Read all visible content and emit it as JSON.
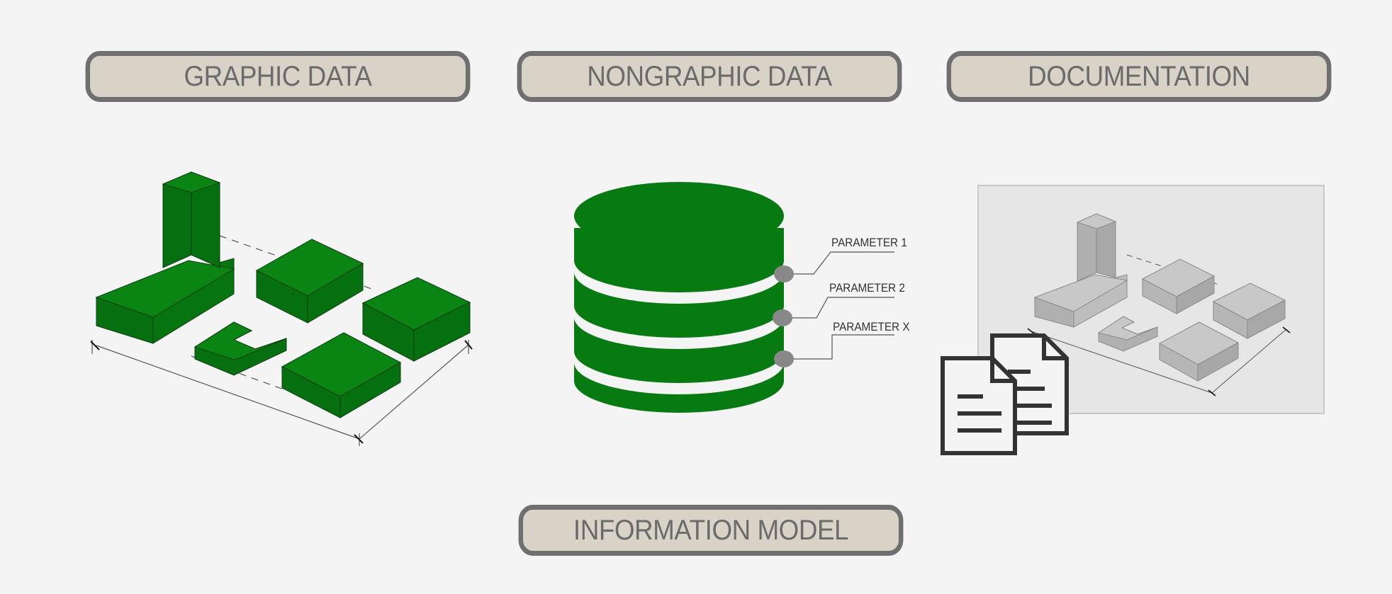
{
  "labels": {
    "graphic": "GRAPHIC DATA",
    "nongraphic": "NONGRAPHIC DATA",
    "documentation": "DOCUMENTATION",
    "model": "INFORMATION MODEL"
  },
  "database": {
    "parameters": [
      "PARAMETER 1",
      "PARAMETER 2",
      "PARAMETER X"
    ]
  },
  "colors": {
    "green": "#087a12",
    "gray_block": "#bdbdbd",
    "pill_fill": "#d8d2c7",
    "pill_border": "#6f6f6f",
    "connector_dot": "#888888"
  },
  "icons": {
    "documents": "documents-icon",
    "database": "database-icon"
  }
}
